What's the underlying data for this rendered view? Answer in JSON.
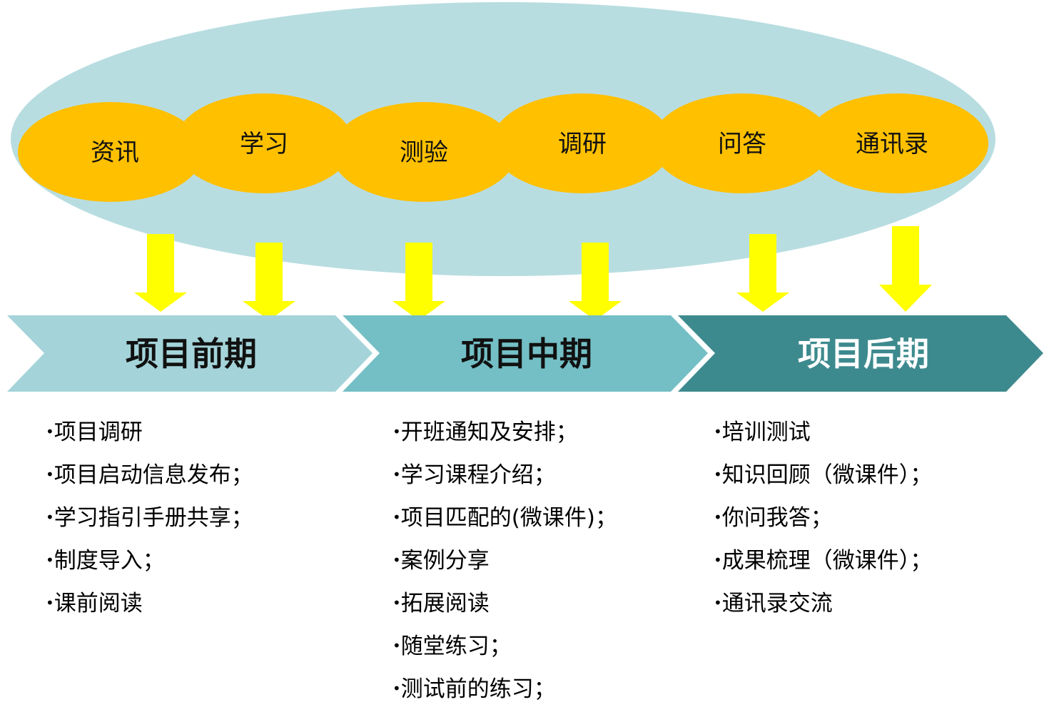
{
  "colors": {
    "ellipse": "#b8dde1",
    "bubble": "#ffc000",
    "arrow": "#ffff00",
    "phase_early": "#a4d4d9",
    "phase_mid": "#73bfc5",
    "phase_late": "#3d8a8e",
    "phase_text_dark": "#111111",
    "phase_text_light": "#ffffff"
  },
  "bubbles": [
    "资讯",
    "学习",
    "测验",
    "调研",
    "问答",
    "通讯录"
  ],
  "phases": [
    {
      "title": "项目前期",
      "items": [
        "项目调研",
        "项目启动信息发布；",
        "学习指引手册共享；",
        "制度导入；",
        "课前阅读"
      ]
    },
    {
      "title": "项目中期",
      "items": [
        "开班通知及安排；",
        "学习课程介绍；",
        "项目匹配的(微课件)；",
        "案例分享",
        "拓展阅读",
        "随堂练习；",
        "测试前的练习；"
      ]
    },
    {
      "title": "项目后期",
      "items": [
        "培训测试",
        "知识回顾（微课件）；",
        "你问我答；",
        "成果梳理（微课件）；",
        "通讯录交流"
      ]
    }
  ]
}
